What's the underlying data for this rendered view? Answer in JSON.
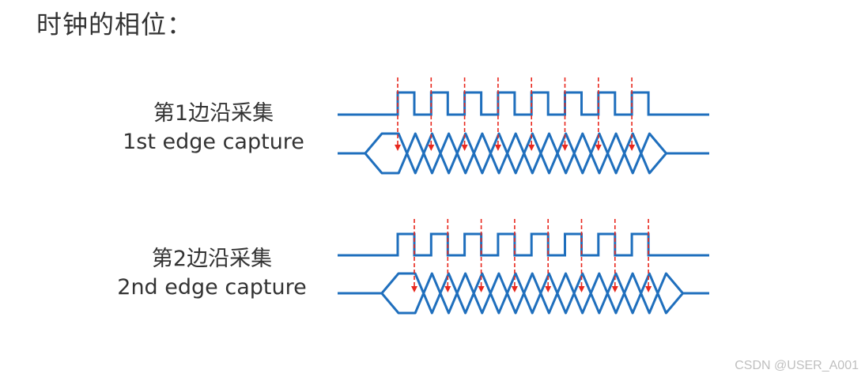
{
  "title": "时钟的相位：",
  "first": {
    "label_cn": "第1边沿采集",
    "label_en": "1st edge capture"
  },
  "second": {
    "label_cn": "第2边沿采集",
    "label_en": "2nd edge capture"
  },
  "watermark": "CSDN @USER_A001",
  "colors": {
    "signal": "#1f6fbd",
    "sample_arrow": "#e8281e",
    "text": "#333333"
  },
  "clock_pulses": 8
}
